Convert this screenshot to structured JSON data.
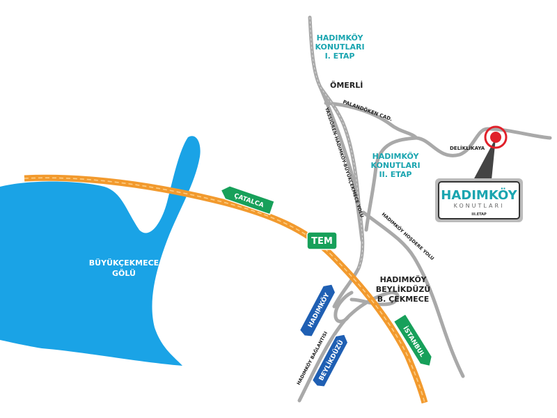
{
  "labels": {
    "lake": [
      "BÜYÜKÇEKMECE",
      "GÖLÜ"
    ],
    "etap1": [
      "HADIMKÖY",
      "KONUTLARI",
      "I. ETAP"
    ],
    "etap2": [
      "HADIMKÖY",
      "KONUTLARI",
      "II. ETAP"
    ],
    "omerli": "ÖMERLİ",
    "palandoken": "PALANDÖKEN CAD.",
    "yassioren": "YASSIÖREN-HADIMKÖY-BÜYÜKÇEKMECE YOLU",
    "deliklikaya": "DELİKLİKAYA",
    "hosdere": "HADIMKÖY HOŞDERE YOLU",
    "junction": [
      "HADIMKÖY",
      "BEYLİKDÜZÜ",
      "B. ÇEKMECE"
    ],
    "baglantisi": "HADIMKÖY BAĞLANTISI"
  },
  "signs": {
    "catalca": "ÇATALCA",
    "tem": "TEM",
    "hadimkoy": "HADIMKÖY",
    "beylikduzu": "BEYLİKDÜZÜ",
    "istanbul": "İSTANBUL"
  },
  "logo": {
    "title": "HADIMKÖY",
    "subtitle": "KONUTLARI",
    "etap": "III.ETAP"
  },
  "colors": {
    "lake": "#1aa3e6",
    "highway": "#f29a2e",
    "road": "#a9a9a9",
    "teal": "#1aa5b0",
    "green": "#17a05a",
    "blue": "#1f5fb3",
    "marker": "#e0202a"
  }
}
